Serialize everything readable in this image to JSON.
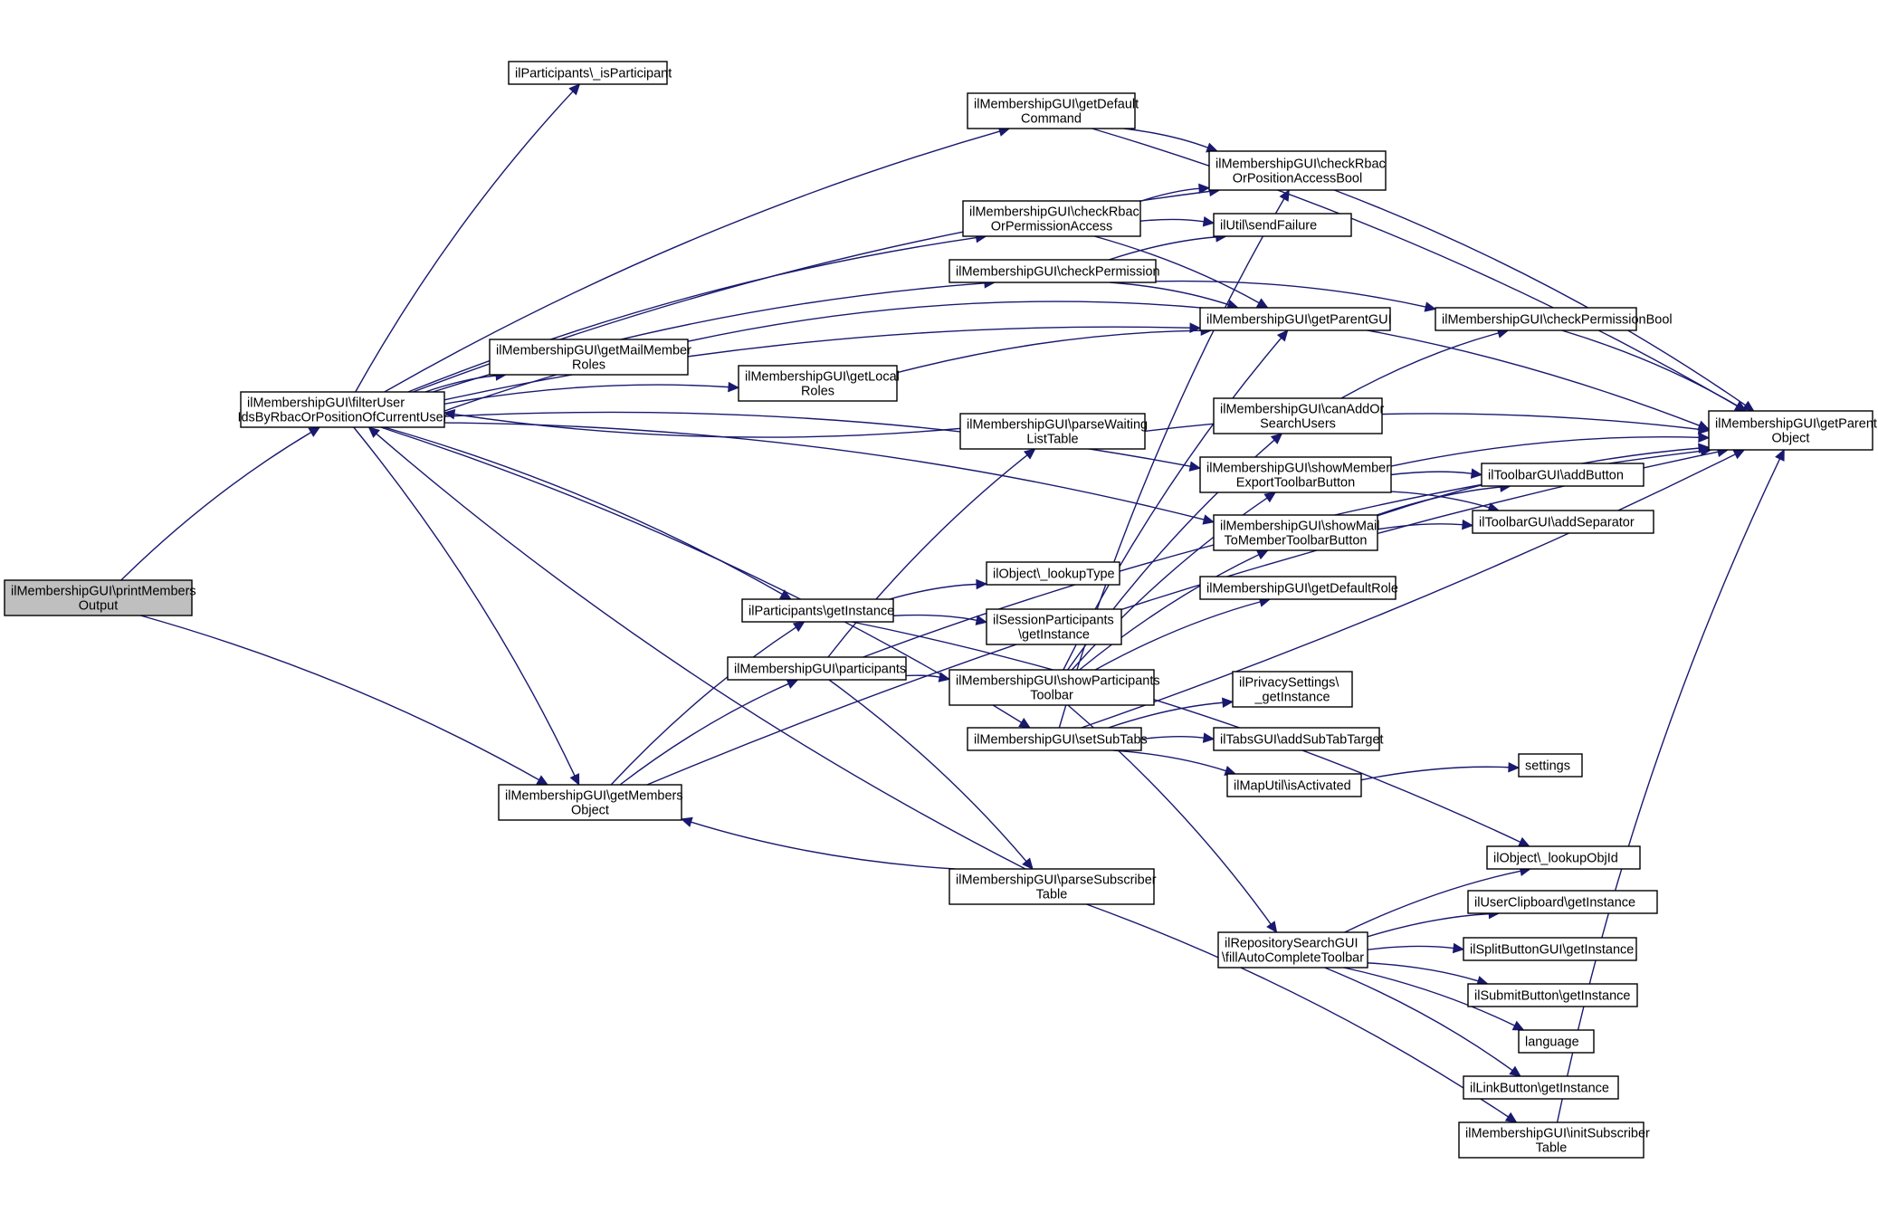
{
  "diagram": {
    "type": "call-graph",
    "colors": {
      "edge": "#191970",
      "node_border": "#000000",
      "root_fill": "#bfbfbf",
      "node_fill": "#ffffff"
    },
    "nodes": [
      {
        "id": "printMembers",
        "lines": [
          "ilMembershipGUI\\printMembers",
          "Output"
        ],
        "root": true
      },
      {
        "id": "filterUser",
        "lines": [
          "ilMembershipGUI\\filterUser",
          "IdsByRbacOrPositionOfCurrentUser"
        ]
      },
      {
        "id": "isParticipant",
        "lines": [
          "ilParticipants\\_isParticipant"
        ]
      },
      {
        "id": "getDefaultCommand",
        "lines": [
          "ilMembershipGUI\\getDefault",
          "Command"
        ]
      },
      {
        "id": "checkRbacOrPositionAccessBool",
        "lines": [
          "ilMembershipGUI\\checkRbac",
          "OrPositionAccessBool"
        ]
      },
      {
        "id": "checkRbacOrPermissionAccess",
        "lines": [
          "ilMembershipGUI\\checkRbac",
          "OrPermissionAccess"
        ]
      },
      {
        "id": "sendFailure",
        "lines": [
          "ilUtil\\sendFailure"
        ]
      },
      {
        "id": "checkPermission",
        "lines": [
          "ilMembershipGUI\\checkPermission"
        ]
      },
      {
        "id": "getParentGUI",
        "lines": [
          "ilMembershipGUI\\getParentGUI"
        ]
      },
      {
        "id": "checkPermissionBool",
        "lines": [
          "ilMembershipGUI\\checkPermissionBool"
        ]
      },
      {
        "id": "getParentObject",
        "lines": [
          "ilMembershipGUI\\getParent",
          "Object"
        ]
      },
      {
        "id": "getMailMemberRoles",
        "lines": [
          "ilMembershipGUI\\getMailMember",
          "Roles"
        ]
      },
      {
        "id": "getLocalRoles",
        "lines": [
          "ilMembershipGUI\\getLocal",
          "Roles"
        ]
      },
      {
        "id": "parseWaitingListTable",
        "lines": [
          "ilMembershipGUI\\parseWaiting",
          "ListTable"
        ]
      },
      {
        "id": "canAddOrSearchUsers",
        "lines": [
          "ilMembershipGUI\\canAddOr",
          "SearchUsers"
        ]
      },
      {
        "id": "showMemberExportToolbarButton",
        "lines": [
          "ilMembershipGUI\\showMember",
          "ExportToolbarButton"
        ]
      },
      {
        "id": "addButton",
        "lines": [
          "ilToolbarGUI\\addButton"
        ]
      },
      {
        "id": "addSeparator",
        "lines": [
          "ilToolbarGUI\\addSeparator"
        ]
      },
      {
        "id": "showMailToMemberToolbarButton",
        "lines": [
          "ilMembershipGUI\\showMail",
          "ToMemberToolbarButton"
        ]
      },
      {
        "id": "lookupType",
        "lines": [
          "ilObject\\_lookupType"
        ]
      },
      {
        "id": "getDefaultRole",
        "lines": [
          "ilMembershipGUI\\getDefaultRole"
        ]
      },
      {
        "id": "participantsGetInstance",
        "lines": [
          "ilParticipants\\getInstance"
        ]
      },
      {
        "id": "sessionParticipantsGetInstance",
        "lines": [
          "ilSessionParticipants",
          "\\getInstance"
        ]
      },
      {
        "id": "participants",
        "lines": [
          "ilMembershipGUI\\participants"
        ]
      },
      {
        "id": "showParticipantsToolbar",
        "lines": [
          "ilMembershipGUI\\showParticipants",
          "Toolbar"
        ]
      },
      {
        "id": "privacySettings",
        "lines": [
          "ilPrivacySettings\\",
          "_getInstance"
        ]
      },
      {
        "id": "setSubTabs",
        "lines": [
          "ilMembershipGUI\\setSubTabs"
        ]
      },
      {
        "id": "addSubTabTarget",
        "lines": [
          "ilTabsGUI\\addSubTabTarget"
        ]
      },
      {
        "id": "getMembersObject",
        "lines": [
          "ilMembershipGUI\\getMembers",
          "Object"
        ]
      },
      {
        "id": "isActivated",
        "lines": [
          "ilMapUtil\\isActivated"
        ]
      },
      {
        "id": "settings",
        "lines": [
          "settings"
        ]
      },
      {
        "id": "lookupObjId",
        "lines": [
          "ilObject\\_lookupObjId"
        ]
      },
      {
        "id": "parseSubscriberTable",
        "lines": [
          "ilMembershipGUI\\parseSubscriber",
          "Table"
        ]
      },
      {
        "id": "userClipboard",
        "lines": [
          "ilUserClipboard\\getInstance"
        ]
      },
      {
        "id": "fillAutoCompleteToolbar",
        "lines": [
          "ilRepositorySearchGUI",
          "\\fillAutoCompleteToolbar"
        ]
      },
      {
        "id": "splitButton",
        "lines": [
          "ilSplitButtonGUI\\getInstance"
        ]
      },
      {
        "id": "submitButton",
        "lines": [
          "ilSubmitButton\\getInstance"
        ]
      },
      {
        "id": "language",
        "lines": [
          "language"
        ]
      },
      {
        "id": "linkButton",
        "lines": [
          "ilLinkButton\\getInstance"
        ]
      },
      {
        "id": "initSubscriberTable",
        "lines": [
          "ilMembershipGUI\\initSubscriber",
          "Table"
        ]
      }
    ],
    "edges": [
      [
        "printMembers",
        "filterUser"
      ],
      [
        "printMembers",
        "getMembersObject"
      ],
      [
        "filterUser",
        "isParticipant"
      ],
      [
        "filterUser",
        "getDefaultCommand"
      ],
      [
        "filterUser",
        "checkRbacOrPositionAccessBool"
      ],
      [
        "filterUser",
        "checkRbacOrPermissionAccess"
      ],
      [
        "filterUser",
        "checkPermission"
      ],
      [
        "filterUser",
        "getParentGUI"
      ],
      [
        "filterUser",
        "getParentObject"
      ],
      [
        "filterUser",
        "getMailMemberRoles"
      ],
      [
        "filterUser",
        "getLocalRoles"
      ],
      [
        "filterUser",
        "showMemberExportToolbarButton"
      ],
      [
        "filterUser",
        "showMailToMemberToolbarButton"
      ],
      [
        "filterUser",
        "participantsGetInstance"
      ],
      [
        "filterUser",
        "setSubTabs"
      ],
      [
        "filterUser",
        "getMembersObject"
      ],
      [
        "parseWaitingListTable",
        "filterUser"
      ],
      [
        "parseSubscriberTable",
        "filterUser"
      ],
      [
        "getDefaultCommand",
        "checkRbacOrPositionAccessBool"
      ],
      [
        "getDefaultCommand",
        "getParentObject"
      ],
      [
        "checkRbacOrPermissionAccess",
        "checkRbacOrPositionAccessBool"
      ],
      [
        "checkRbacOrPermissionAccess",
        "sendFailure"
      ],
      [
        "checkRbacOrPermissionAccess",
        "getParentGUI"
      ],
      [
        "checkPermission",
        "sendFailure"
      ],
      [
        "checkPermission",
        "getParentGUI"
      ],
      [
        "checkPermission",
        "checkPermissionBool"
      ],
      [
        "checkRbacOrPositionAccessBool",
        "getParentObject"
      ],
      [
        "checkPermissionBool",
        "getParentObject"
      ],
      [
        "getLocalRoles",
        "getParentGUI"
      ],
      [
        "parseWaitingListTable",
        "getParentObject"
      ],
      [
        "canAddOrSearchUsers",
        "checkPermissionBool"
      ],
      [
        "showMemberExportToolbarButton",
        "getParentObject"
      ],
      [
        "showMemberExportToolbarButton",
        "addButton"
      ],
      [
        "showMemberExportToolbarButton",
        "addSeparator"
      ],
      [
        "showMailToMemberToolbarButton",
        "addButton"
      ],
      [
        "showMailToMemberToolbarButton",
        "addSeparator"
      ],
      [
        "showMailToMemberToolbarButton",
        "getParentObject"
      ],
      [
        "participantsGetInstance",
        "lookupType"
      ],
      [
        "participantsGetInstance",
        "sessionParticipantsGetInstance"
      ],
      [
        "participantsGetInstance",
        "lookupObjId"
      ],
      [
        "getMembersObject",
        "participantsGetInstance"
      ],
      [
        "getMembersObject",
        "participants"
      ],
      [
        "getMembersObject",
        "getParentObject"
      ],
      [
        "participants",
        "parseWaitingListTable"
      ],
      [
        "participants",
        "showParticipantsToolbar"
      ],
      [
        "participants",
        "parseSubscriberTable"
      ],
      [
        "participants",
        "getParentObject"
      ],
      [
        "showParticipantsToolbar",
        "getParentGUI"
      ],
      [
        "showParticipantsToolbar",
        "canAddOrSearchUsers"
      ],
      [
        "showParticipantsToolbar",
        "showMemberExportToolbarButton"
      ],
      [
        "showParticipantsToolbar",
        "showMailToMemberToolbarButton"
      ],
      [
        "showParticipantsToolbar",
        "getDefaultRole"
      ],
      [
        "showParticipantsToolbar",
        "fillAutoCompleteToolbar"
      ],
      [
        "setSubTabs",
        "checkRbacOrPositionAccessBool"
      ],
      [
        "setSubTabs",
        "getParentObject"
      ],
      [
        "setSubTabs",
        "privacySettings"
      ],
      [
        "setSubTabs",
        "addSubTabTarget"
      ],
      [
        "setSubTabs",
        "isActivated"
      ],
      [
        "isActivated",
        "settings"
      ],
      [
        "parseSubscriberTable",
        "getMembersObject"
      ],
      [
        "parseSubscriberTable",
        "initSubscriberTable"
      ],
      [
        "initSubscriberTable",
        "getParentObject"
      ],
      [
        "fillAutoCompleteToolbar",
        "lookupObjId"
      ],
      [
        "fillAutoCompleteToolbar",
        "userClipboard"
      ],
      [
        "fillAutoCompleteToolbar",
        "splitButton"
      ],
      [
        "fillAutoCompleteToolbar",
        "submitButton"
      ],
      [
        "fillAutoCompleteToolbar",
        "language"
      ],
      [
        "fillAutoCompleteToolbar",
        "linkButton"
      ]
    ]
  }
}
